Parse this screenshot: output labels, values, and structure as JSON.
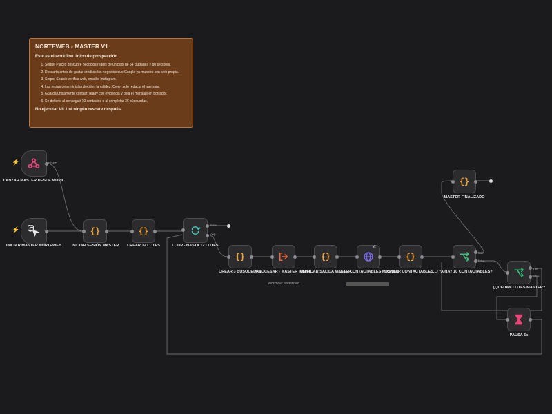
{
  "note": {
    "title": "NORTEWEB - MASTER V1",
    "intro": "Este es el workflow único de prospección.",
    "steps": [
      "Serper Places descubre negocios reales de un pool de 54 ciudades × 80 sectores.",
      "Descarta antes de gastar créditos los negocios que Google ya muestra con web propia.",
      "Serper Search verifica web, email e Instagram.",
      "Las reglas deterministas deciden la validez; Qwen solo redacta el mensaje.",
      "Guarda únicamente contact_ready con evidencia y deja el mensaje en borrador.",
      "Se detiene al conseguir 10 contactos o al completar 36 búsquedas."
    ],
    "warning": "No ejecutar V6.1 ni ningún rescate después."
  },
  "nodes": {
    "lanzar": {
      "label": "LANZAR MASTER DESDE MOVIL",
      "icon": "webhook-icon",
      "port": "POST"
    },
    "iniciar": {
      "label": "INICIAR MASTER NORTEWEB",
      "icon": "cursor-click-icon"
    },
    "sesion": {
      "label": "INICIAR SESIÓN MASTER",
      "icon": "code-braces-icon",
      "glyph": "{}"
    },
    "lotes12": {
      "label": "CREAR 12 LOTES",
      "icon": "code-braces-icon",
      "glyph": "{}"
    },
    "loop": {
      "label": "LOOP - HASTA 12 LOTES",
      "icon": "loop-icon",
      "port_done": "done",
      "port_loop": "loop"
    },
    "busquedas": {
      "label": "CREAR 3 BÚSQUEDAS",
      "icon": "code-braces-icon",
      "glyph": "{}"
    },
    "procesar": {
      "label": "PROCESAR - MASTER INLINE",
      "icon": "execute-workflow-icon",
      "sublabel": "Workflow: undefined"
    },
    "unificar": {
      "label": "UNIFICAR SALIDA MASTER",
      "icon": "code-braces-icon",
      "glyph": "{}"
    },
    "leer": {
      "label": "LEER CONTACTABLES MASTER",
      "icon": "globe-icon",
      "badge": "C"
    },
    "contar": {
      "label": "CONTAR CONTACTABLES...",
      "icon": "code-braces-icon",
      "glyph": "{}"
    },
    "finalizado": {
      "label": "MASTER FINALIZADO",
      "icon": "code-braces-icon",
      "glyph": "{}"
    },
    "hay10": {
      "label": "¿YA HAY 10 CONTACTABLES?",
      "icon": "if-branch-icon",
      "port_true": "true",
      "port_false": "false"
    },
    "quedan": {
      "label": "¿QUEDAN LOTES MASTER?",
      "icon": "if-branch-icon",
      "port_true": "true",
      "port_false": "false"
    },
    "pausa": {
      "label": "PAUSA 5s",
      "icon": "hourglass-icon"
    }
  },
  "colors": {
    "canvas": "#1b1a1c",
    "note_bg": "#6b3c1a",
    "code_glyph": "#f0a43a",
    "webhook": "#e8457a",
    "trigger_bolt": "#e8453c",
    "if_icon": "#3cc47c",
    "loop_icon": "#3cc4b4",
    "execute_icon": "#f0643a",
    "wait_icon": "#e8457a",
    "http_icon": "#7a6cf0"
  }
}
